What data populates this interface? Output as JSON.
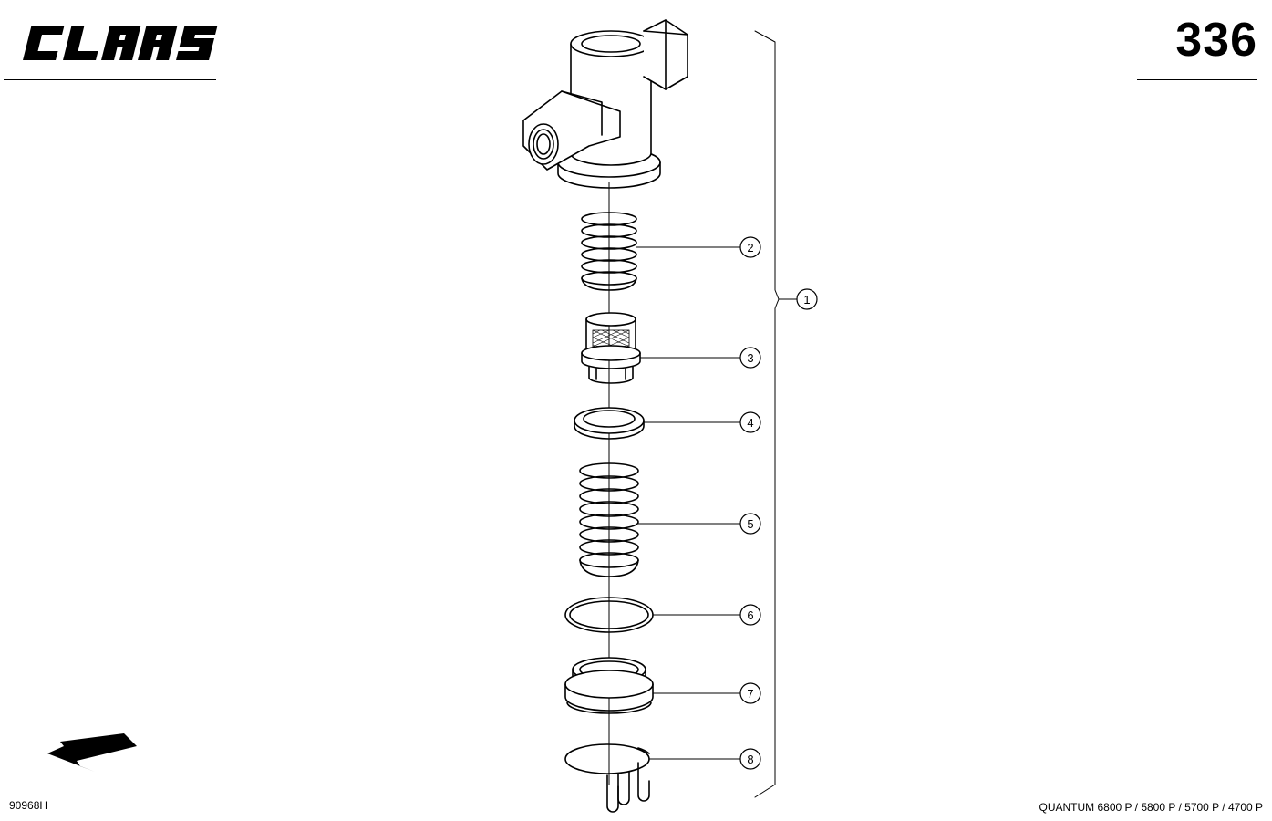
{
  "header": {
    "brand": "CLAAS",
    "page_number": "336"
  },
  "footer": {
    "drawing_number": "90968H",
    "models": "QUANTUM 6800 P / 5800 P / 5700 P / 4700 P"
  },
  "callouts": {
    "c1": "1",
    "c2": "2",
    "c3": "3",
    "c4": "4",
    "c5": "5",
    "c6": "6",
    "c7": "7",
    "c8": "8"
  },
  "icons": {
    "arrow": "direction-arrow-icon"
  }
}
